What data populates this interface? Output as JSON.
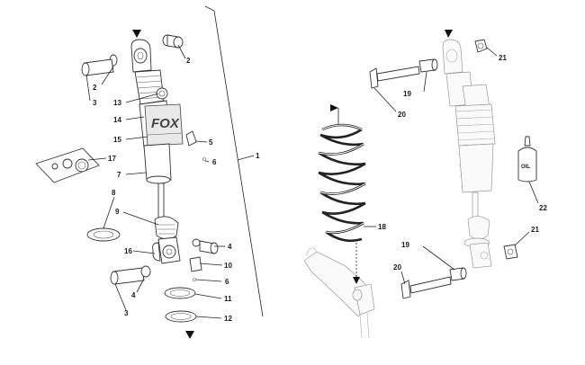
{
  "callouts": [
    {
      "id": "c-2a",
      "text": "2"
    },
    {
      "id": "c-2b",
      "text": "2"
    },
    {
      "id": "c-3a",
      "text": "3"
    },
    {
      "id": "c-13",
      "text": "13"
    },
    {
      "id": "c-14",
      "text": "14"
    },
    {
      "id": "c-15",
      "text": "15"
    },
    {
      "id": "c-5",
      "text": "5"
    },
    {
      "id": "c-6a",
      "text": "6"
    },
    {
      "id": "c-17",
      "text": "17"
    },
    {
      "id": "c-7",
      "text": "7"
    },
    {
      "id": "c-1",
      "text": "1"
    },
    {
      "id": "c-8",
      "text": "8"
    },
    {
      "id": "c-9",
      "text": "9"
    },
    {
      "id": "c-4a",
      "text": "4"
    },
    {
      "id": "c-16",
      "text": "16"
    },
    {
      "id": "c-10",
      "text": "10"
    },
    {
      "id": "c-6b",
      "text": "6"
    },
    {
      "id": "c-4b",
      "text": "4"
    },
    {
      "id": "c-11",
      "text": "11"
    },
    {
      "id": "c-3b",
      "text": "3"
    },
    {
      "id": "c-12",
      "text": "12"
    },
    {
      "id": "c-21a",
      "text": "21"
    },
    {
      "id": "c-19a",
      "text": "19"
    },
    {
      "id": "c-20a",
      "text": "20"
    },
    {
      "id": "c-18",
      "text": "18"
    },
    {
      "id": "c-22",
      "text": "22"
    },
    {
      "id": "c-21b",
      "text": "21"
    },
    {
      "id": "c-19b",
      "text": "19"
    },
    {
      "id": "c-20b",
      "text": "20"
    }
  ],
  "labels": {
    "oil_bottle": "OIL",
    "shock_logo": "FOX"
  }
}
